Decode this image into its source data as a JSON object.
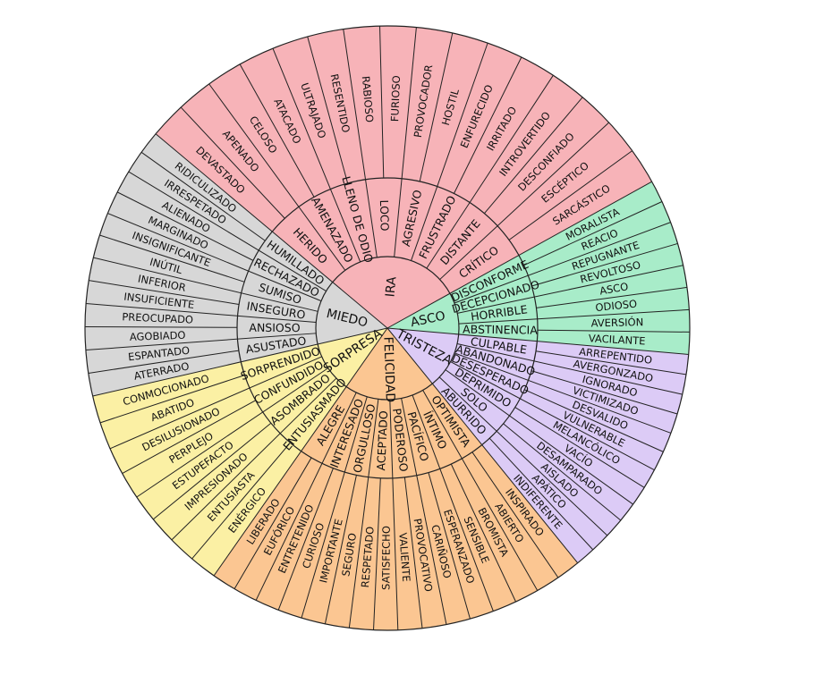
{
  "wheel": {
    "title": "",
    "colors": {
      "ira": "#f7b3b8",
      "asco": "#a8ecc9",
      "tristeza": "#dccbf6",
      "felicidad": "#fbc692",
      "sorpresa": "#fbf0a4",
      "miedo": "#d7d7d7",
      "lines": "#222222"
    },
    "emotions": [
      {
        "name": "IRA",
        "color_key": "ira",
        "secondary": [
          {
            "label": "HERIDO",
            "tertiary": [
              "DEVASTADO",
              "APENADO"
            ]
          },
          {
            "label": "AMENAZADO",
            "tertiary": [
              "CELOSO",
              "ATACADO"
            ]
          },
          {
            "label": "LLENO DE ODIO",
            "tertiary": [
              "ULTRAJADO",
              "RESENTIDO"
            ]
          },
          {
            "label": "LOCO",
            "tertiary": [
              "RABIOSO",
              "FURIOSO"
            ]
          },
          {
            "label": "AGRESIVO",
            "tertiary": [
              "PROVOCADOR",
              "HOSTIL"
            ]
          },
          {
            "label": "FRUSTRADO",
            "tertiary": [
              "ENFURECIDO",
              "IRRITADO"
            ]
          },
          {
            "label": "DISTANTE",
            "tertiary": [
              "INTROVERTIDO",
              "DESCONFIADO"
            ]
          },
          {
            "label": "CRÍTICO",
            "tertiary": [
              "ESCÉPTICO",
              "SARCÁSTICO"
            ]
          }
        ]
      },
      {
        "name": "ASCO",
        "color_key": "asco",
        "secondary": [
          {
            "label": "DISCONFORME",
            "tertiary": [
              "MORALISTA",
              "REACIO"
            ]
          },
          {
            "label": "DECEPCIONADO",
            "tertiary": [
              "REPUGNANTE",
              "REVOLTOSO"
            ]
          },
          {
            "label": "HORRIBLE",
            "tertiary": [
              "ASCO",
              "ODIOSO"
            ]
          },
          {
            "label": "ABSTINENCIA",
            "tertiary": [
              "AVERSIÓN",
              "VACILANTE"
            ]
          }
        ]
      },
      {
        "name": "TRISTEZA",
        "color_key": "tristeza",
        "secondary": [
          {
            "label": "CULPABLE",
            "tertiary": [
              "ARREPENTIDO",
              "AVERGONZADO"
            ]
          },
          {
            "label": "ABANDONADO",
            "tertiary": [
              "IGNORADO",
              "VICTIMIZADO"
            ]
          },
          {
            "label": "DESESPERADO",
            "tertiary": [
              "DESVALIDO",
              "VULNERABLE"
            ]
          },
          {
            "label": "DEPRIMIDO",
            "tertiary": [
              "MELANCÓLICO",
              "VACÍO"
            ]
          },
          {
            "label": "SOLO",
            "tertiary": [
              "DESAMPARADO",
              "AISLADO"
            ]
          },
          {
            "label": "ABURRIDO",
            "tertiary": [
              "APÁTICO",
              "INDIFERENTE"
            ]
          }
        ]
      },
      {
        "name": "FELICIDAD",
        "color_key": "felicidad",
        "secondary": [
          {
            "label": "OPTIMISTA",
            "tertiary": [
              "INSPIRADO",
              "ABIERTO"
            ]
          },
          {
            "label": "ÍNTIMO",
            "tertiary": [
              "BROMISTA",
              "SENSIBLE"
            ]
          },
          {
            "label": "PACÍFICO",
            "tertiary": [
              "ESPERANZADO",
              "CARIÑOSO"
            ]
          },
          {
            "label": "PODEROSO",
            "tertiary": [
              "PROVOCATIVO",
              "VALIENTE"
            ]
          },
          {
            "label": "ACEPTADO",
            "tertiary": [
              "SATISFECHO",
              "RESPETADO"
            ]
          },
          {
            "label": "ORGULLOSO",
            "tertiary": [
              "SEGURO",
              "IMPORTANTE"
            ]
          },
          {
            "label": "INTERESADO",
            "tertiary": [
              "CURIOSO",
              "ENTRETENIDO"
            ]
          },
          {
            "label": "ALEGRE",
            "tertiary": [
              "EUFÓRICO",
              "LIBERADO"
            ]
          }
        ]
      },
      {
        "name": "SORPRESA",
        "color_key": "sorpresa",
        "secondary": [
          {
            "label": "ENTUSIASMADO",
            "tertiary": [
              "ENÉRGICO",
              "ENTUSIASTA"
            ]
          },
          {
            "label": "ASOMBRADO",
            "tertiary": [
              "IMPRESIONADO",
              "ESTUPEFACTO"
            ]
          },
          {
            "label": "CONFUNDIDO",
            "tertiary": [
              "PERPLEJO",
              "DESILUSIONADO"
            ]
          },
          {
            "label": "SORPRENDIDO",
            "tertiary": [
              "ABATIDO",
              "CONMOCIONADO"
            ]
          }
        ]
      },
      {
        "name": "MIEDO",
        "color_key": "miedo",
        "secondary": [
          {
            "label": "ASUSTADO",
            "tertiary": [
              "ATERRADO",
              "ESPANTADO"
            ]
          },
          {
            "label": "ANSIOSO",
            "tertiary": [
              "AGOBIADO",
              "PREOCUPADO"
            ]
          },
          {
            "label": "INSEGURO",
            "tertiary": [
              "INSUFICIENTE",
              "INFERIOR"
            ]
          },
          {
            "label": "SUMISO",
            "tertiary": [
              "INÚTIL",
              "INSIGNIFICANTE"
            ]
          },
          {
            "label": "RECHAZADO",
            "tertiary": [
              "MARGINADO",
              "ALIENADO"
            ]
          },
          {
            "label": "HUMILLADO",
            "tertiary": [
              "IRRESPETADO",
              "RIDICULIZADO"
            ]
          }
        ]
      }
    ]
  }
}
